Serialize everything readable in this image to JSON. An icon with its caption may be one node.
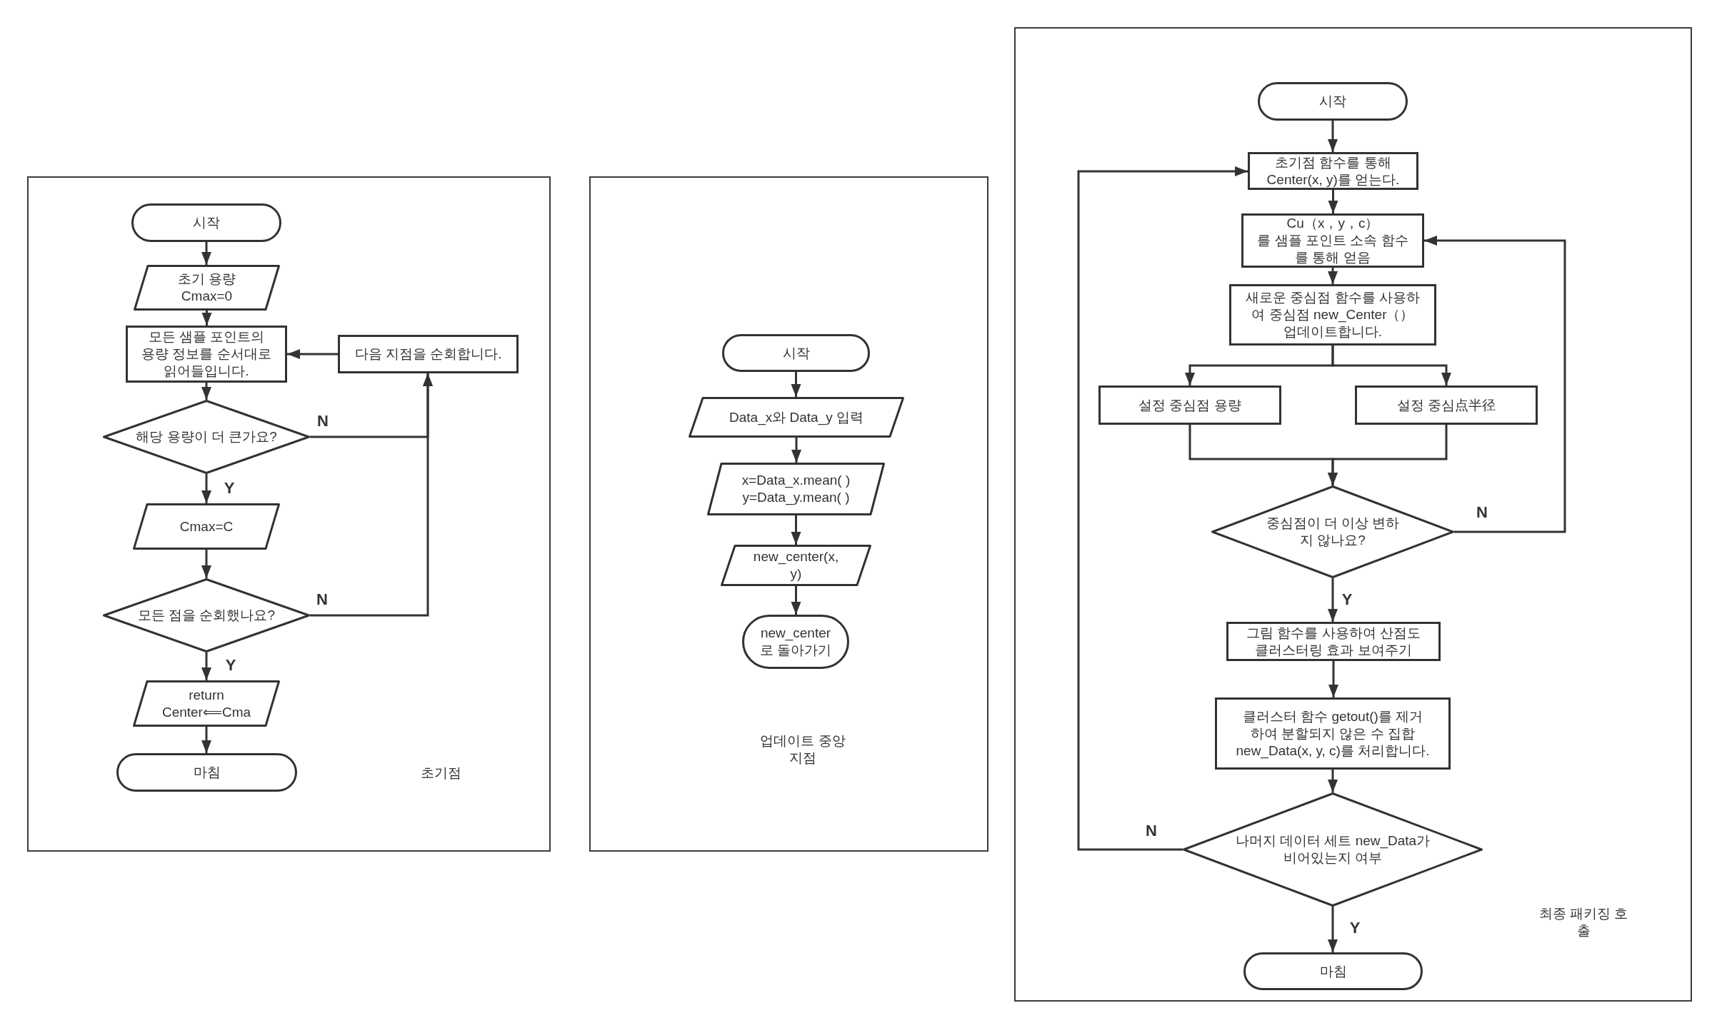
{
  "diagram": {
    "nodes": [
      {
        "text": [
          "초기점"
        ]
      },
      {
        "text": [
          "시작"
        ],
        "in": 0
      },
      {
        "text": [
          "초기 용량 Cmax=0"
        ],
        "in": 0
      },
      {
        "text": [
          "모든 샘플 포인트의 용량 정보를 순서대로 읽어들입니다."
        ],
        "in": 0
      },
      {
        "text": [
          "다음 지점을 순회합니다."
        ],
        "in": 0
      },
      {
        "text": [
          "해당 용량이 더 큰가요?"
        ],
        "in": 0
      },
      {
        "text": [
          "Cmax=C"
        ],
        "in": 0
      },
      {
        "text": [
          "모든 점을 순회했나요?"
        ],
        "in": 0
      },
      {
        "text": [
          "return Center⟸Cma"
        ],
        "in": 0
      },
      {
        "text": [
          "마침"
        ],
        "in": 0
      },
      {
        "text": [
          "업데이트 중앙 지점"
        ]
      },
      {
        "text": [
          "시작"
        ],
        "in": 10
      },
      {
        "text": [
          "Data_x와 Data_y 입력"
        ],
        "in": 10
      },
      {
        "text": [
          "x=Data_x.mean( ) y=Data_y.mean( )"
        ],
        "in": 10
      },
      {
        "text": [
          "new_center(x, y)"
        ],
        "in": 10
      },
      {
        "text": [
          "new_center 로 돌아가기"
        ],
        "in": 10
      },
      {
        "text": [
          "최종 패키징 호 출"
        ]
      },
      {
        "text": [
          "시작"
        ],
        "in": 16
      },
      {
        "text": [
          "초기점 함수를 통해 Center(x, y)를 얻는다."
        ],
        "in": 16
      },
      {
        "text": [
          "Cu（x，y，c） 를 샘플 포인트 소속 함수 를 통해 얻음"
        ],
        "in": 16
      },
      {
        "text": [
          "새로운 중심점 함수를 사용하 여 중심점 new_Center（） 업데이트합니다."
        ],
        "in": 16
      },
      {
        "text": [
          "설정 중심점 용량"
        ],
        "in": 16
      },
      {
        "text": [
          "설정 중심点半径"
        ],
        "in": 16
      },
      {
        "text": [
          "중심점이 더 이상 변하 지 않나요?"
        ],
        "in": 16
      },
      {
        "text": [
          "그림 함수를 사용하여 산점도 클러스터링 효과 보여주기"
        ],
        "in": 16
      },
      {
        "text": [
          "클러스터 함수 getout()를 제거 하여 분할되지 않은 수 집합 new_Data(x, y, c)를 처리합니다."
        ],
        "in": 16
      },
      {
        "text": [
          "나머지 데이터 세트 new_Data가 비어있는지 여부"
        ],
        "in": 16
      },
      {
        "text": [
          "마침"
        ],
        "in": 16
      }
    ],
    "edges": [
      {
        "from": 1,
        "to": 2,
        "arrow": "to"
      },
      {
        "from": 2,
        "to": 3,
        "arrow": "to"
      },
      {
        "from": 3,
        "to": 5,
        "arrow": "to"
      },
      {
        "from": 5,
        "to": 6,
        "arrow": "to",
        "label": "Y"
      },
      {
        "from": 5,
        "to": 4,
        "arrow": "to",
        "label": "N"
      },
      {
        "from": 4,
        "to": 3,
        "arrow": "to"
      },
      {
        "from": 6,
        "to": 7,
        "arrow": "to"
      },
      {
        "from": 7,
        "to": 8,
        "arrow": "to",
        "label": "Y"
      },
      {
        "from": 7,
        "to": 4,
        "arrow": "to",
        "label": "N"
      },
      {
        "from": 8,
        "to": 9,
        "arrow": "to"
      },
      {
        "from": 11,
        "to": 12,
        "arrow": "to"
      },
      {
        "from": 12,
        "to": 13,
        "arrow": "to"
      },
      {
        "from": 13,
        "to": 14,
        "arrow": "to"
      },
      {
        "from": 14,
        "to": 15,
        "arrow": "to"
      },
      {
        "from": 17,
        "to": 18,
        "arrow": "to"
      },
      {
        "from": 18,
        "to": 19,
        "arrow": "to"
      },
      {
        "from": 19,
        "to": 20,
        "arrow": "to"
      },
      {
        "from": 20,
        "to": 21,
        "arrow": "to"
      },
      {
        "from": 20,
        "to": 22,
        "arrow": "to"
      },
      {
        "from": 21,
        "to": 23,
        "arrow": "to"
      },
      {
        "from": 22,
        "to": 23,
        "arrow": "to"
      },
      {
        "from": 23,
        "to": 24,
        "arrow": "to",
        "label": "Y"
      },
      {
        "from": 23,
        "to": 19,
        "arrow": "to",
        "label": "N"
      },
      {
        "from": 24,
        "to": 25,
        "arrow": "to"
      },
      {
        "from": 25,
        "to": 26,
        "arrow": "to"
      },
      {
        "from": 26,
        "to": 27,
        "arrow": "to",
        "label": "Y"
      },
      {
        "from": 26,
        "to": 18,
        "arrow": "to",
        "label": "N"
      }
    ]
  }
}
